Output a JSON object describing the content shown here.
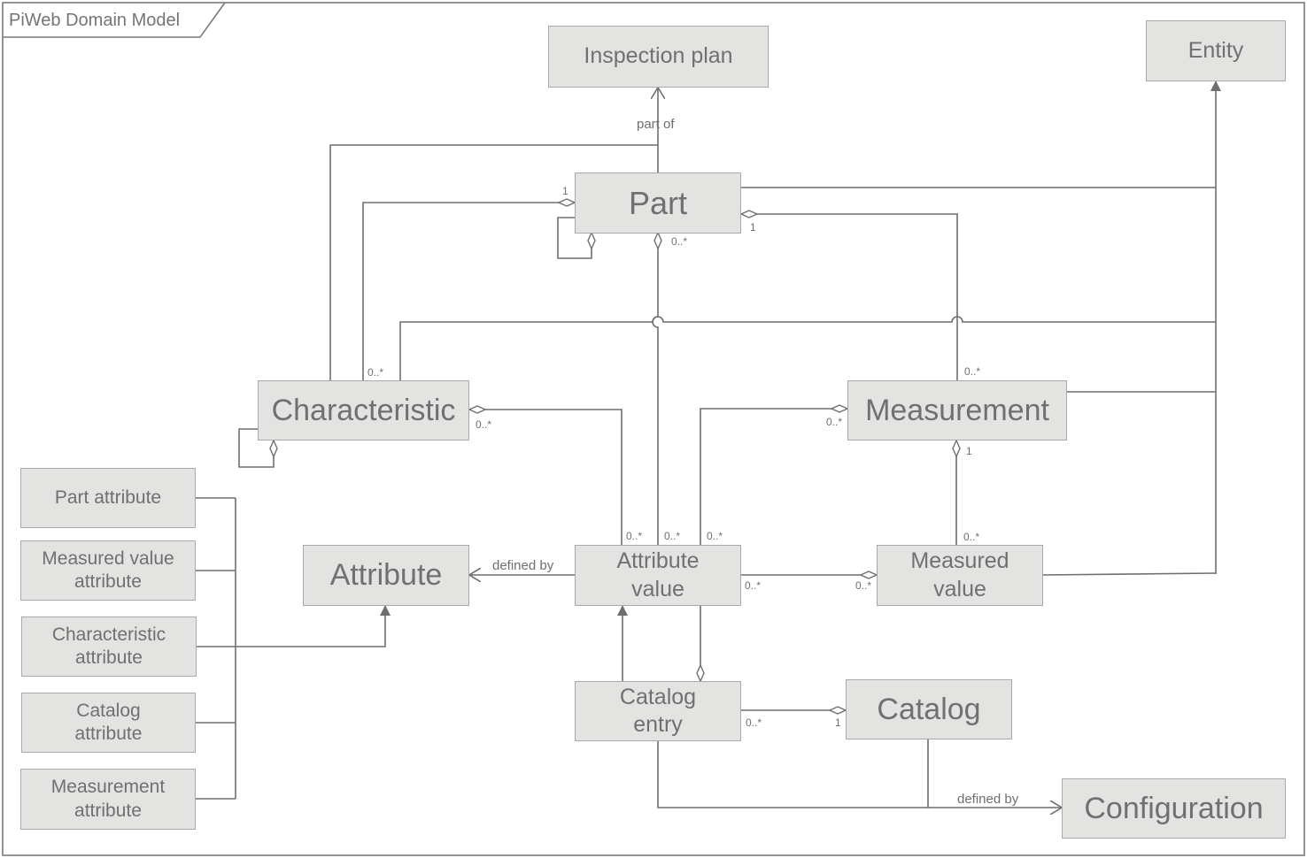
{
  "frame_title": "PiWeb Domain Model",
  "entities": {
    "inspection_plan": "Inspection plan",
    "entity": "Entity",
    "part": "Part",
    "characteristic": "Characteristic",
    "measurement": "Measurement",
    "attribute": "Attribute",
    "attribute_value": "Attribute value",
    "measured_value": "Measured value",
    "catalog_entry": "Catalog entry",
    "catalog": "Catalog",
    "configuration": "Configuration",
    "part_attribute": "Part attribute",
    "measured_value_attribute": "Measured value attribute",
    "characteristic_attribute": "Characteristic attribute",
    "catalog_attribute": "Catalog attribute",
    "measurement_attribute": "Measurement attribute"
  },
  "relations": {
    "part_of": "part of",
    "defined_by_attribute": "defined by",
    "defined_by_configuration": "defined by"
  },
  "multiplicities": {
    "part_self_one": "1",
    "part_attr_values": "0..*",
    "part_measurement_one": "1",
    "char_to_part": "0..*",
    "char_attr_values": "0..*",
    "meas_to_part": "0..*",
    "meas_attr_values": "0..*",
    "meas_measured_values_one": "1",
    "attrval_char": "0..*",
    "attrval_part": "0..*",
    "attrval_meas": "0..*",
    "mv_to_meas": "0..*",
    "attrval_mv_left": "0..*",
    "attrval_mv_right": "0..*",
    "catentry_catalog_left": "0..*",
    "catentry_catalog_right": "1"
  },
  "colors": {
    "line": "#6f6f6f",
    "box_fill": "#e3e3e1",
    "box_border": "#a9a9a9",
    "text": "#707070"
  }
}
